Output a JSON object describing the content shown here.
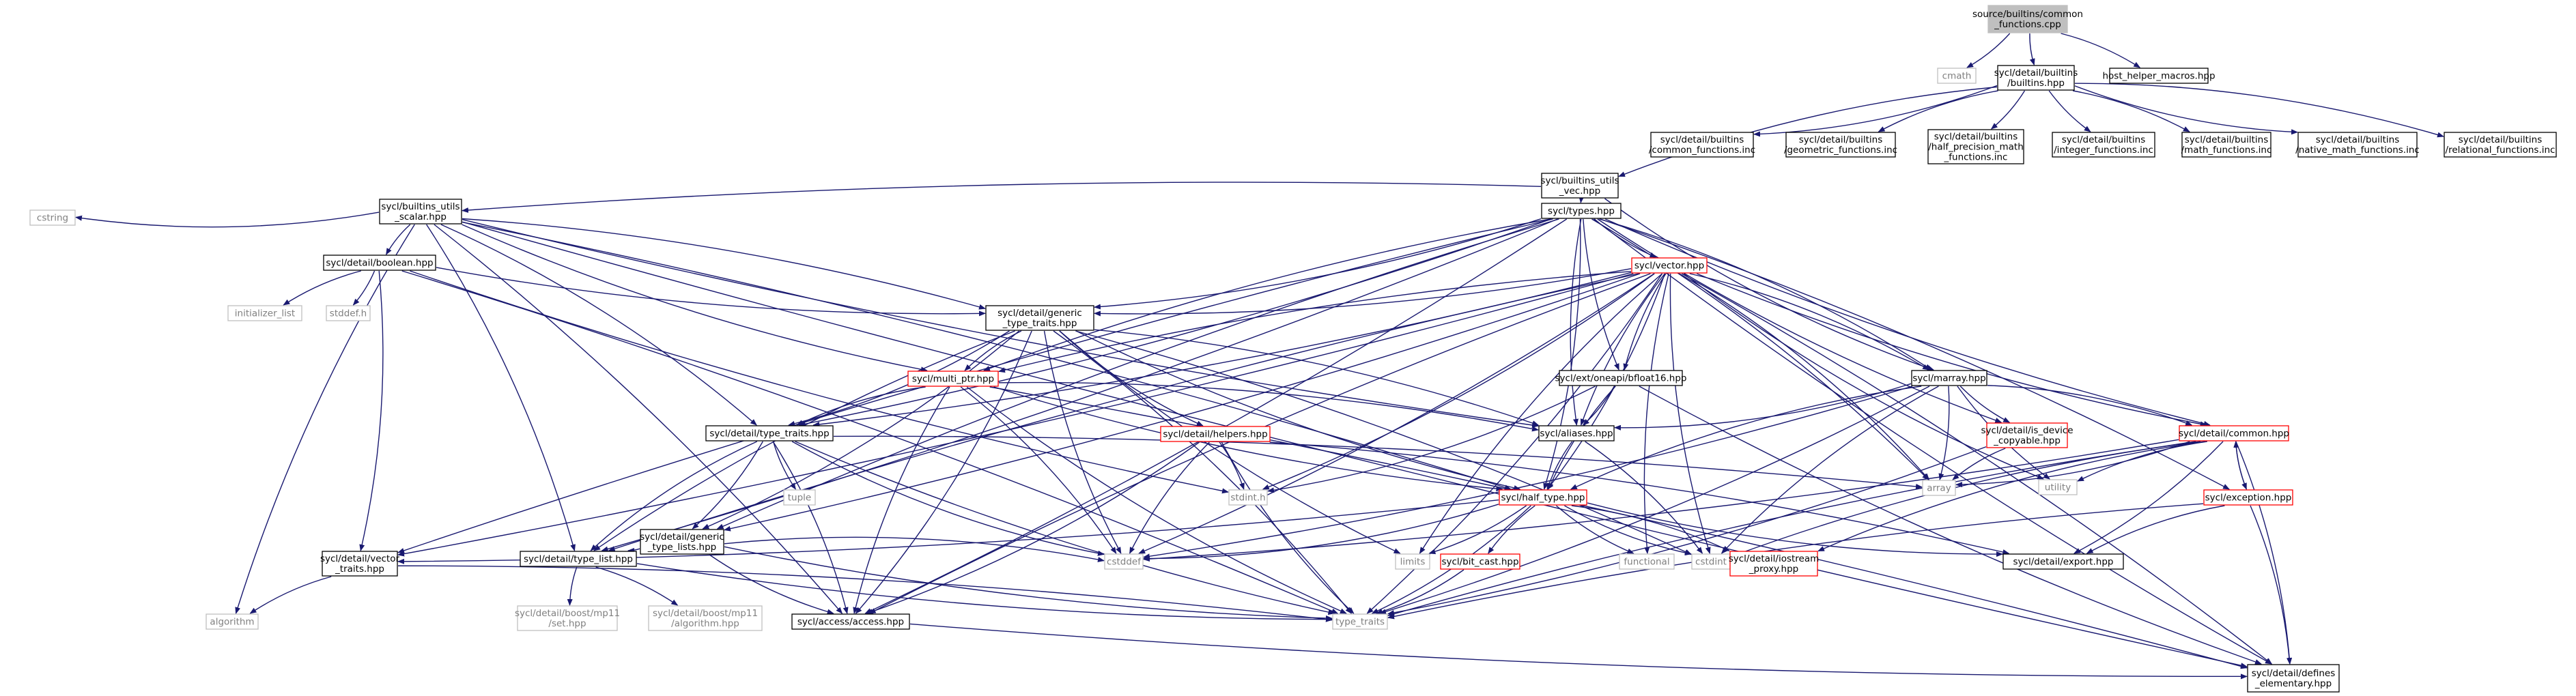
{
  "colors": {
    "edge": "#191970",
    "node_border": "#000000",
    "external_border": "#bfbfbf",
    "external_text": "#7f7f7f",
    "truncated_border": "#ff0000",
    "root_fill": "#bfbfbf",
    "text": "#000000"
  },
  "nodes": [
    {
      "id": "root",
      "lines": [
        "source/builtins/common",
        "_functions.cpp"
      ],
      "kind": "root"
    },
    {
      "id": "cmath",
      "lines": [
        "cmath"
      ],
      "kind": "external"
    },
    {
      "id": "builtins",
      "lines": [
        "sycl/detail/builtins",
        "/builtins.hpp"
      ],
      "kind": "normal"
    },
    {
      "id": "host_helper",
      "lines": [
        "host_helper_macros.hpp"
      ],
      "kind": "normal"
    },
    {
      "id": "utils_vec",
      "lines": [
        "sycl/builtins_utils",
        "_vec.hpp"
      ],
      "kind": "normal"
    },
    {
      "id": "common_inc",
      "lines": [
        "sycl/detail/builtins",
        "/common_functions.inc"
      ],
      "kind": "normal"
    },
    {
      "id": "geom_inc",
      "lines": [
        "sycl/detail/builtins",
        "/geometric_functions.inc"
      ],
      "kind": "normal"
    },
    {
      "id": "half_inc",
      "lines": [
        "sycl/detail/builtins",
        "/half_precision_math",
        "_functions.inc"
      ],
      "kind": "normal"
    },
    {
      "id": "int_inc",
      "lines": [
        "sycl/detail/builtins",
        "/integer_functions.inc"
      ],
      "kind": "normal"
    },
    {
      "id": "math_inc",
      "lines": [
        "sycl/detail/builtins",
        "/math_functions.inc"
      ],
      "kind": "normal"
    },
    {
      "id": "native_inc",
      "lines": [
        "sycl/detail/builtins",
        "/native_math_functions.inc"
      ],
      "kind": "normal"
    },
    {
      "id": "rel_inc",
      "lines": [
        "sycl/detail/builtins",
        "/relational_functions.inc"
      ],
      "kind": "normal"
    },
    {
      "id": "utils_scalar",
      "lines": [
        "sycl/builtins_utils",
        "_scalar.hpp"
      ],
      "kind": "normal"
    },
    {
      "id": "types",
      "lines": [
        "sycl/types.hpp"
      ],
      "kind": "normal"
    },
    {
      "id": "cstring",
      "lines": [
        "cstring"
      ],
      "kind": "external"
    },
    {
      "id": "boolean",
      "lines": [
        "sycl/detail/boolean.hpp"
      ],
      "kind": "normal"
    },
    {
      "id": "vector",
      "lines": [
        "sycl/vector.hpp"
      ],
      "kind": "truncated"
    },
    {
      "id": "init_list",
      "lines": [
        "initializer_list"
      ],
      "kind": "external"
    },
    {
      "id": "stddef",
      "lines": [
        "stddef.h"
      ],
      "kind": "external"
    },
    {
      "id": "generic_traits",
      "lines": [
        "sycl/detail/generic",
        "_type_traits.hpp"
      ],
      "kind": "normal"
    },
    {
      "id": "multi_ptr",
      "lines": [
        "sycl/multi_ptr.hpp"
      ],
      "kind": "truncated"
    },
    {
      "id": "bfloat16",
      "lines": [
        "sycl/ext/oneapi/bfloat16.hpp"
      ],
      "kind": "normal"
    },
    {
      "id": "marray",
      "lines": [
        "sycl/marray.hpp"
      ],
      "kind": "normal"
    },
    {
      "id": "type_traits_hpp",
      "lines": [
        "sycl/detail/type_traits.hpp"
      ],
      "kind": "normal"
    },
    {
      "id": "helpers",
      "lines": [
        "sycl/detail/helpers.hpp"
      ],
      "kind": "truncated"
    },
    {
      "id": "aliases",
      "lines": [
        "sycl/aliases.hpp"
      ],
      "kind": "normal"
    },
    {
      "id": "is_dev_copyable",
      "lines": [
        "sycl/detail/is_device",
        "_copyable.hpp"
      ],
      "kind": "truncated"
    },
    {
      "id": "common_hpp",
      "lines": [
        "sycl/detail/common.hpp"
      ],
      "kind": "truncated"
    },
    {
      "id": "tuple",
      "lines": [
        "tuple"
      ],
      "kind": "external"
    },
    {
      "id": "stdint",
      "lines": [
        "stdint.h"
      ],
      "kind": "external"
    },
    {
      "id": "array",
      "lines": [
        "array"
      ],
      "kind": "external"
    },
    {
      "id": "utility",
      "lines": [
        "utility"
      ],
      "kind": "external"
    },
    {
      "id": "generic_lists",
      "lines": [
        "sycl/detail/generic",
        "_type_lists.hpp"
      ],
      "kind": "normal"
    },
    {
      "id": "half_type",
      "lines": [
        "sycl/half_type.hpp"
      ],
      "kind": "truncated"
    },
    {
      "id": "exception",
      "lines": [
        "sycl/exception.hpp"
      ],
      "kind": "truncated"
    },
    {
      "id": "vector_traits",
      "lines": [
        "sycl/detail/vector",
        "_traits.hpp"
      ],
      "kind": "normal"
    },
    {
      "id": "type_list",
      "lines": [
        "sycl/detail/type_list.hpp"
      ],
      "kind": "normal"
    },
    {
      "id": "cstddef",
      "lines": [
        "cstddef"
      ],
      "kind": "external"
    },
    {
      "id": "limits",
      "lines": [
        "limits"
      ],
      "kind": "external"
    },
    {
      "id": "bit_cast",
      "lines": [
        "sycl/bit_cast.hpp"
      ],
      "kind": "truncated"
    },
    {
      "id": "functional",
      "lines": [
        "functional"
      ],
      "kind": "external"
    },
    {
      "id": "cstdint",
      "lines": [
        "cstdint"
      ],
      "kind": "external"
    },
    {
      "id": "iostream_proxy",
      "lines": [
        "sycl/detail/iostream",
        "_proxy.hpp"
      ],
      "kind": "truncated"
    },
    {
      "id": "export",
      "lines": [
        "sycl/detail/export.hpp"
      ],
      "kind": "normal"
    },
    {
      "id": "algorithm",
      "lines": [
        "algorithm"
      ],
      "kind": "external"
    },
    {
      "id": "mp11_set",
      "lines": [
        "sycl/detail/boost/mp11",
        "/set.hpp"
      ],
      "kind": "external"
    },
    {
      "id": "mp11_alg",
      "lines": [
        "sycl/detail/boost/mp11",
        "/algorithm.hpp"
      ],
      "kind": "external"
    },
    {
      "id": "access",
      "lines": [
        "sycl/access/access.hpp"
      ],
      "kind": "normal"
    },
    {
      "id": "type_traits_std",
      "lines": [
        "type_traits"
      ],
      "kind": "external"
    },
    {
      "id": "defines",
      "lines": [
        "sycl/detail/defines",
        "_elementary.hpp"
      ],
      "kind": "normal"
    }
  ],
  "edges": [
    [
      "root",
      "cmath"
    ],
    [
      "root",
      "builtins"
    ],
    [
      "root",
      "host_helper"
    ],
    [
      "builtins",
      "utils_vec"
    ],
    [
      "builtins",
      "common_inc"
    ],
    [
      "builtins",
      "geom_inc"
    ],
    [
      "builtins",
      "half_inc"
    ],
    [
      "builtins",
      "int_inc"
    ],
    [
      "builtins",
      "math_inc"
    ],
    [
      "builtins",
      "native_inc"
    ],
    [
      "builtins",
      "rel_inc"
    ],
    [
      "utils_vec",
      "utils_scalar"
    ],
    [
      "utils_vec",
      "types"
    ],
    [
      "utils_vec",
      "marray"
    ],
    [
      "utils_scalar",
      "cstring"
    ],
    [
      "utils_scalar",
      "boolean"
    ],
    [
      "utils_scalar",
      "generic_traits"
    ],
    [
      "utils_scalar",
      "multi_ptr"
    ],
    [
      "utils_scalar",
      "type_traits_hpp"
    ],
    [
      "utils_scalar",
      "aliases"
    ],
    [
      "utils_scalar",
      "type_list"
    ],
    [
      "utils_scalar",
      "algorithm"
    ],
    [
      "utils_scalar",
      "access"
    ],
    [
      "utils_scalar",
      "defines"
    ],
    [
      "utils_scalar",
      "half_type"
    ],
    [
      "boolean",
      "init_list"
    ],
    [
      "boolean",
      "stddef"
    ],
    [
      "boolean",
      "generic_traits"
    ],
    [
      "boolean",
      "vector_traits"
    ],
    [
      "boolean",
      "stdint"
    ],
    [
      "boolean",
      "type_traits_std"
    ],
    [
      "types",
      "vector"
    ],
    [
      "types",
      "generic_traits"
    ],
    [
      "types",
      "multi_ptr"
    ],
    [
      "types",
      "type_traits_hpp"
    ],
    [
      "types",
      "bfloat16"
    ],
    [
      "types",
      "marray"
    ],
    [
      "types",
      "aliases"
    ],
    [
      "types",
      "half_type"
    ],
    [
      "types",
      "common_hpp"
    ],
    [
      "types",
      "exception"
    ],
    [
      "types",
      "is_dev_copyable"
    ],
    [
      "types",
      "array"
    ],
    [
      "types",
      "generic_lists"
    ],
    [
      "types",
      "type_list"
    ],
    [
      "types",
      "defines"
    ],
    [
      "types",
      "access"
    ],
    [
      "types",
      "vector_traits"
    ],
    [
      "vector",
      "generic_traits"
    ],
    [
      "vector",
      "multi_ptr"
    ],
    [
      "vector",
      "type_traits_hpp"
    ],
    [
      "vector",
      "bfloat16"
    ],
    [
      "vector",
      "marray"
    ],
    [
      "vector",
      "aliases"
    ],
    [
      "vector",
      "half_type"
    ],
    [
      "vector",
      "common_hpp"
    ],
    [
      "vector",
      "vector_traits"
    ],
    [
      "vector",
      "type_list"
    ],
    [
      "vector",
      "generic_lists"
    ],
    [
      "vector",
      "access"
    ],
    [
      "vector",
      "cstddef"
    ],
    [
      "vector",
      "cstdint"
    ],
    [
      "vector",
      "array"
    ],
    [
      "vector",
      "utility"
    ],
    [
      "vector",
      "type_traits_std"
    ],
    [
      "vector",
      "functional"
    ],
    [
      "vector",
      "defines"
    ],
    [
      "vector",
      "limits"
    ],
    [
      "vector",
      "stdint"
    ],
    [
      "generic_traits",
      "multi_ptr"
    ],
    [
      "generic_traits",
      "type_traits_hpp"
    ],
    [
      "generic_traits",
      "helpers"
    ],
    [
      "generic_traits",
      "aliases"
    ],
    [
      "generic_traits",
      "half_type"
    ],
    [
      "generic_traits",
      "generic_lists"
    ],
    [
      "generic_traits",
      "type_list"
    ],
    [
      "generic_traits",
      "access"
    ],
    [
      "generic_traits",
      "cstddef"
    ],
    [
      "generic_traits",
      "cstdint"
    ],
    [
      "generic_traits",
      "limits"
    ],
    [
      "generic_traits",
      "type_traits_std"
    ],
    [
      "multi_ptr",
      "type_traits_hpp"
    ],
    [
      "multi_ptr",
      "aliases"
    ],
    [
      "multi_ptr",
      "access"
    ],
    [
      "multi_ptr",
      "cstddef"
    ],
    [
      "multi_ptr",
      "type_traits_std"
    ],
    [
      "multi_ptr",
      "defines"
    ],
    [
      "multi_ptr",
      "half_type"
    ],
    [
      "bfloat16",
      "aliases"
    ],
    [
      "bfloat16",
      "half_type"
    ],
    [
      "bfloat16",
      "stdint"
    ],
    [
      "bfloat16",
      "defines"
    ],
    [
      "marray",
      "aliases"
    ],
    [
      "marray",
      "half_type"
    ],
    [
      "marray",
      "common_hpp"
    ],
    [
      "marray",
      "is_dev_copyable"
    ],
    [
      "marray",
      "array"
    ],
    [
      "marray",
      "utility"
    ],
    [
      "marray",
      "cstddef"
    ],
    [
      "marray",
      "cstdint"
    ],
    [
      "marray",
      "type_traits_std"
    ],
    [
      "type_traits_hpp",
      "tuple"
    ],
    [
      "type_traits_hpp",
      "generic_lists"
    ],
    [
      "type_traits_hpp",
      "type_list"
    ],
    [
      "type_traits_hpp",
      "access"
    ],
    [
      "type_traits_hpp",
      "cstddef"
    ],
    [
      "type_traits_hpp",
      "array"
    ],
    [
      "type_traits_hpp",
      "type_traits_std"
    ],
    [
      "helpers",
      "stdint"
    ],
    [
      "helpers",
      "cstddef"
    ],
    [
      "helpers",
      "access"
    ],
    [
      "helpers",
      "type_traits_std"
    ],
    [
      "helpers",
      "export"
    ],
    [
      "aliases",
      "half_type"
    ],
    [
      "aliases",
      "cstdint"
    ],
    [
      "is_dev_copyable",
      "array"
    ],
    [
      "is_dev_copyable",
      "type_traits_std"
    ],
    [
      "common_hpp",
      "exception"
    ],
    [
      "common_hpp",
      "export"
    ],
    [
      "common_hpp",
      "cstdint"
    ],
    [
      "common_hpp",
      "cstddef"
    ],
    [
      "common_hpp",
      "utility"
    ],
    [
      "common_hpp",
      "array"
    ],
    [
      "common_hpp",
      "type_traits_std"
    ],
    [
      "common_hpp",
      "defines"
    ],
    [
      "common_hpp",
      "iostream_proxy"
    ],
    [
      "exception",
      "common_hpp"
    ],
    [
      "exception",
      "export"
    ],
    [
      "exception",
      "defines"
    ],
    [
      "exception",
      "type_traits_std"
    ],
    [
      "generic_lists",
      "type_list"
    ],
    [
      "generic_lists",
      "access"
    ],
    [
      "generic_lists",
      "cstddef"
    ],
    [
      "generic_lists",
      "type_traits_std"
    ],
    [
      "half_type",
      "vector_traits"
    ],
    [
      "half_type",
      "bit_cast"
    ],
    [
      "half_type",
      "iostream_proxy"
    ],
    [
      "half_type",
      "export"
    ],
    [
      "half_type",
      "cstddef"
    ],
    [
      "half_type",
      "cstdint"
    ],
    [
      "half_type",
      "limits"
    ],
    [
      "half_type",
      "functional"
    ],
    [
      "half_type",
      "type_traits_std"
    ],
    [
      "vector_traits",
      "algorithm"
    ],
    [
      "vector_traits",
      "type_traits_std"
    ],
    [
      "type_list",
      "mp11_set"
    ],
    [
      "type_list",
      "mp11_alg"
    ],
    [
      "type_list",
      "type_traits_std"
    ],
    [
      "bit_cast",
      "type_traits_std"
    ],
    [
      "access",
      "defines"
    ]
  ]
}
